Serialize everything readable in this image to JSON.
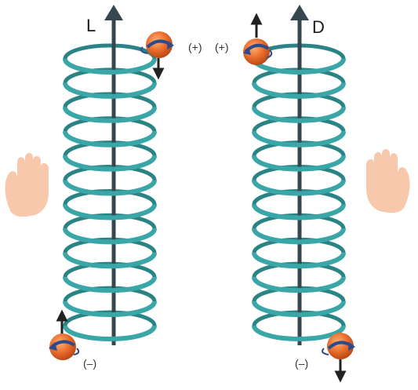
{
  "diagram": {
    "left_helix": {
      "axis_label": "L",
      "top_sign": "(+)",
      "bottom_sign": "(–)"
    },
    "right_helix": {
      "axis_label": "D",
      "top_sign": "(+)",
      "bottom_sign": "(–)"
    },
    "coil_turns": 12
  },
  "colors": {
    "coil": "#3aa6a8",
    "coil_dark": "#2a8486",
    "axis": "#37474f",
    "particle_orange": "#e8692a",
    "particle_arrow": "#2c4a8c",
    "spin_arrow": "#222222",
    "hand": "#f8c8ad"
  },
  "icons": {
    "left_hand": "hand-icon",
    "right_hand": "hand-icon",
    "particle": "spinning-particle-icon"
  }
}
